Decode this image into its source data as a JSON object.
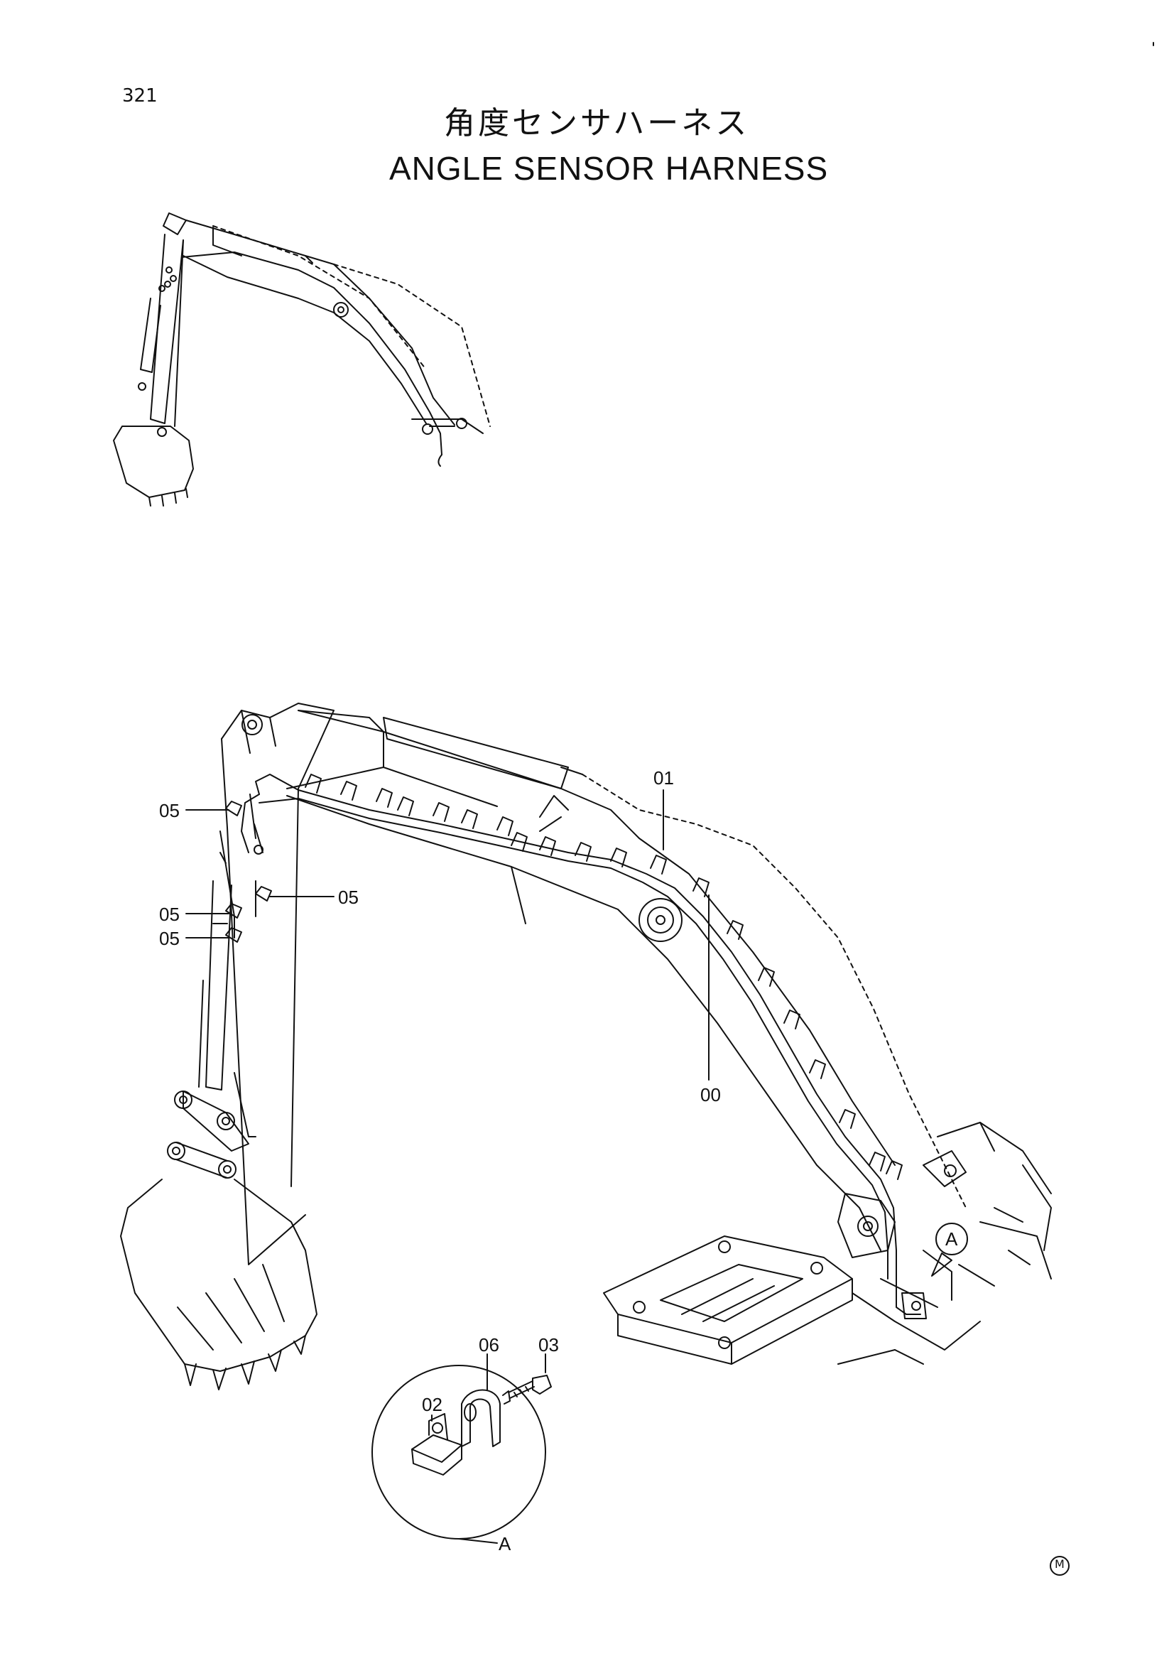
{
  "page_number": "321",
  "title_jp": "角度センサハーネス",
  "title_en": "ANGLE SENSOR HARNESS",
  "callouts": {
    "c05a": "05",
    "c05b": "05",
    "c05c": "05",
    "c05d": "05",
    "c01": "01",
    "c00": "00",
    "cA": "A",
    "c06": "06",
    "c03": "03",
    "c02": "02",
    "cA2": "A"
  },
  "trademark": "M"
}
